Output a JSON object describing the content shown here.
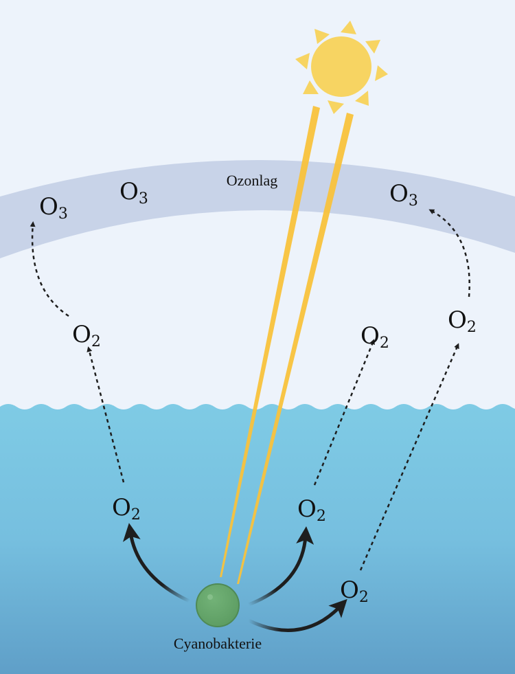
{
  "colors": {
    "sky": "#edf3fb",
    "ozone": "#c8d3e8",
    "water_top": "#7fcbe5",
    "water_bottom": "#5f9fc8",
    "sun": "#f7d462",
    "beam": "#f9c23c",
    "cell": "#67a96c",
    "arrow": "#1e1e1e"
  },
  "ozone_label": "Ozonlag",
  "cell_label": "Cyanobakterie",
  "molecules": {
    "o3_left": {
      "base": "O",
      "sub": "3"
    },
    "o3_mid": {
      "base": "O",
      "sub": "3"
    },
    "o3_right": {
      "base": "O",
      "sub": "3"
    },
    "o2_air_left": {
      "base": "O",
      "sub": "2"
    },
    "o2_air_mid": {
      "base": "O",
      "sub": "2"
    },
    "o2_air_right": {
      "base": "O",
      "sub": "2"
    },
    "o2_water_left": {
      "base": "O",
      "sub": "2"
    },
    "o2_water_mid": {
      "base": "O",
      "sub": "2"
    },
    "o2_water_right": {
      "base": "O",
      "sub": "2"
    }
  }
}
